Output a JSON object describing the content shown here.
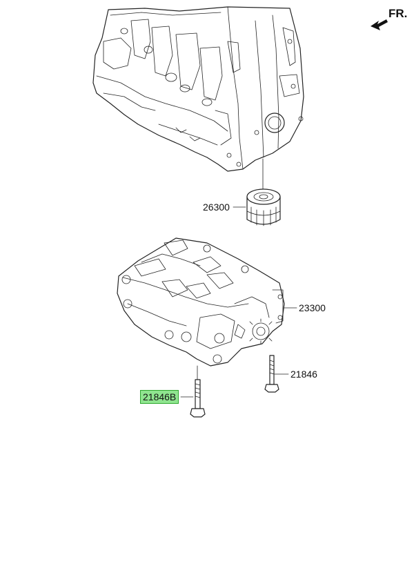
{
  "direction_label": "FR.",
  "parts": {
    "oil_filter": "26300",
    "balance_shaft_module": "23300",
    "bolt_right": "21846",
    "bolt_left_highlighted": "21846B"
  },
  "colors": {
    "highlight_fill": "#8fe58f",
    "highlight_border": "#2ea82e",
    "line": "#222222"
  }
}
